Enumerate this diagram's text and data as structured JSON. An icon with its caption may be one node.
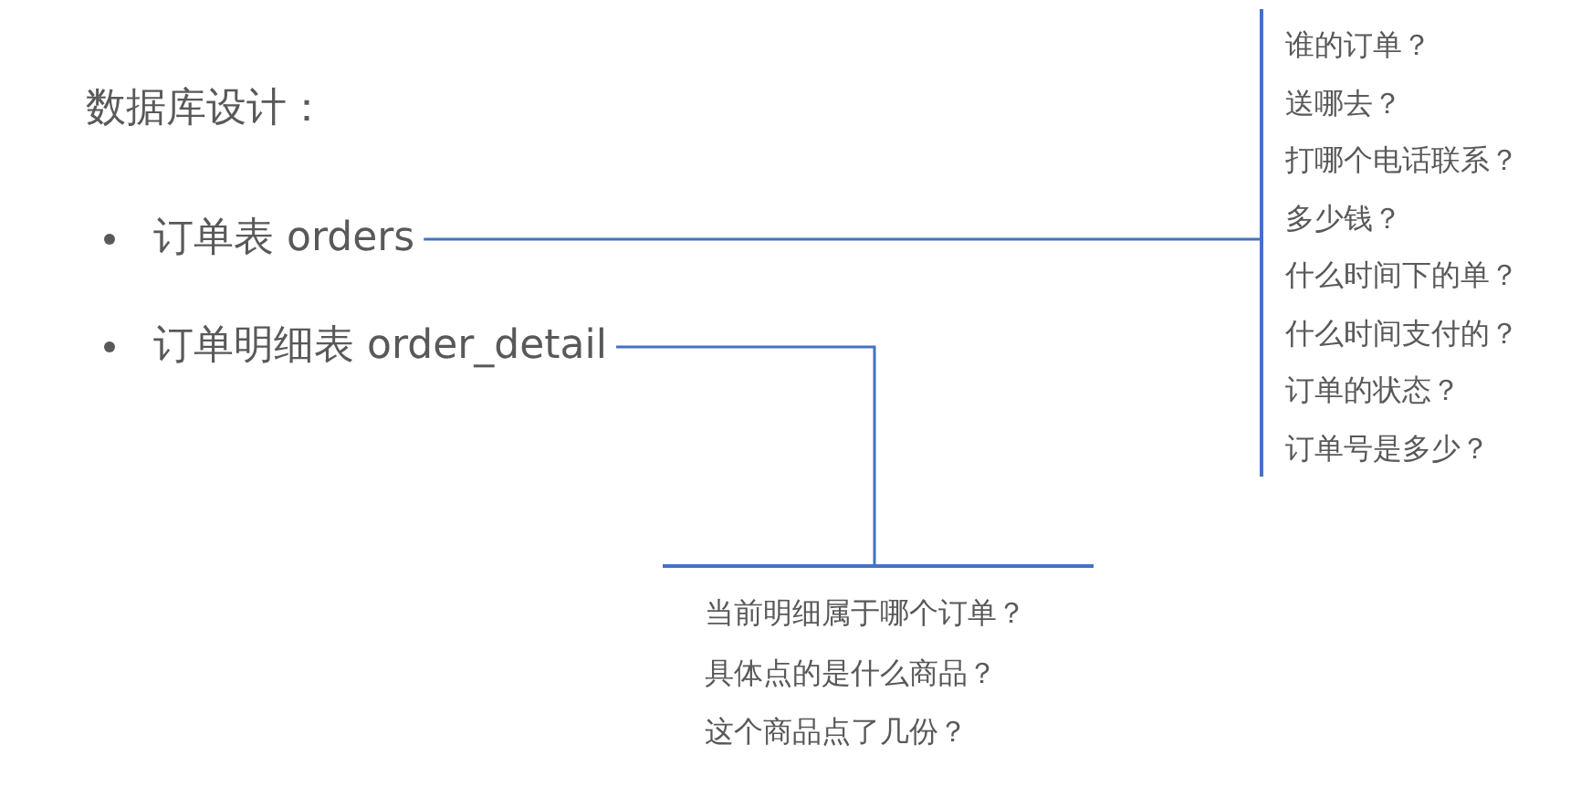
{
  "diagram": {
    "title": "数据库设计：",
    "nodes": [
      {
        "text": [
          "订单表 orders"
        ]
      },
      {
        "text": [
          "订单明细表 order_detail"
        ]
      },
      {
        "text": [
          "谁的订单？",
          "送哪去？",
          "打哪个电话联系？",
          "多少钱？",
          "什么时间下的单？",
          "什么时间支付的？",
          "订单的状态？",
          "订单号是多少？"
        ]
      },
      {
        "text": [
          "当前明细属于哪个订单？",
          "具体点的是什么商品？",
          "这个商品点了几份？"
        ]
      }
    ],
    "edges": [
      {
        "from": 0,
        "to": 2,
        "arrow": "none"
      },
      {
        "from": 1,
        "to": 3,
        "arrow": "none"
      }
    ]
  }
}
